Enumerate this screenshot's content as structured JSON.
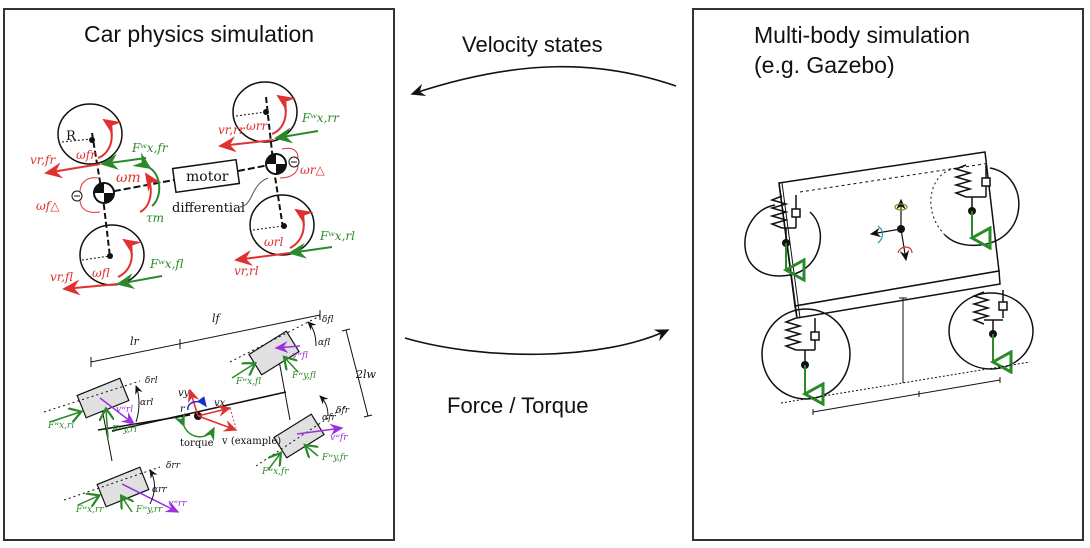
{
  "left_panel": {
    "title": "Car physics simulation",
    "drivetrain": {
      "motor_label": "motor",
      "differential_label": "differential",
      "radius_label": "R",
      "omega_m": "ωm",
      "tau_m": "τm",
      "omega_f_delta": "ωf△",
      "omega_r_delta": "ωr△",
      "wheels": [
        {
          "id": "fr",
          "omega": "ωfr",
          "v": "vr,fr",
          "F": "Fʷx,fr"
        },
        {
          "id": "fl",
          "omega": "ωfl",
          "v": "vr,fl",
          "F": "Fʷx,fl"
        },
        {
          "id": "rr",
          "omega": "ωrr",
          "v": "vr,rr",
          "F": "Fʷx,rr"
        },
        {
          "id": "rl",
          "omega": "ωrl",
          "v": "vr,rl",
          "F": "Fʷx,rl"
        }
      ]
    },
    "tire_model": {
      "l_r": "lr",
      "l_f": "lf",
      "two_l_w": "2lw",
      "v_x": "vx",
      "v_y": "vy",
      "r": "r",
      "torque": "torque",
      "v_example": "v (example)",
      "wheels": [
        {
          "id": "rl",
          "delta": "δrl",
          "alpha": "αrl",
          "vw": "vʷrl",
          "Fx": "Fʷx,rl",
          "Fy": "Fʷy,rl"
        },
        {
          "id": "rr",
          "delta": "δrr",
          "alpha": "αrr",
          "vw": "vʷrr",
          "Fx": "Fʷx,rr",
          "Fy": "Fʷy,rr"
        },
        {
          "id": "fl",
          "delta": "δfl",
          "alpha": "αfl",
          "vw": "vʷfl",
          "Fx": "Fʷx,fl",
          "Fy": "Fʷy,fl"
        },
        {
          "id": "fr",
          "delta": "δfr",
          "alpha": "αfr",
          "vw": "vʷfr",
          "Fx": "Fʷx,fr",
          "Fy": "Fʷy,fr"
        }
      ]
    }
  },
  "right_panel": {
    "title_line1": "Multi-body simulation",
    "title_line2": "(e.g. Gazebo)"
  },
  "arrows": {
    "top_label": "Velocity states",
    "bottom_label": "Force / Torque"
  },
  "colors": {
    "red": "#e03030",
    "green": "#2a8a2a",
    "purple": "#9a30e0",
    "blue": "#1a30d0",
    "olive": "#8a8a10",
    "teal": "#1a9aaa",
    "box_fill": "#e0e0e0"
  }
}
